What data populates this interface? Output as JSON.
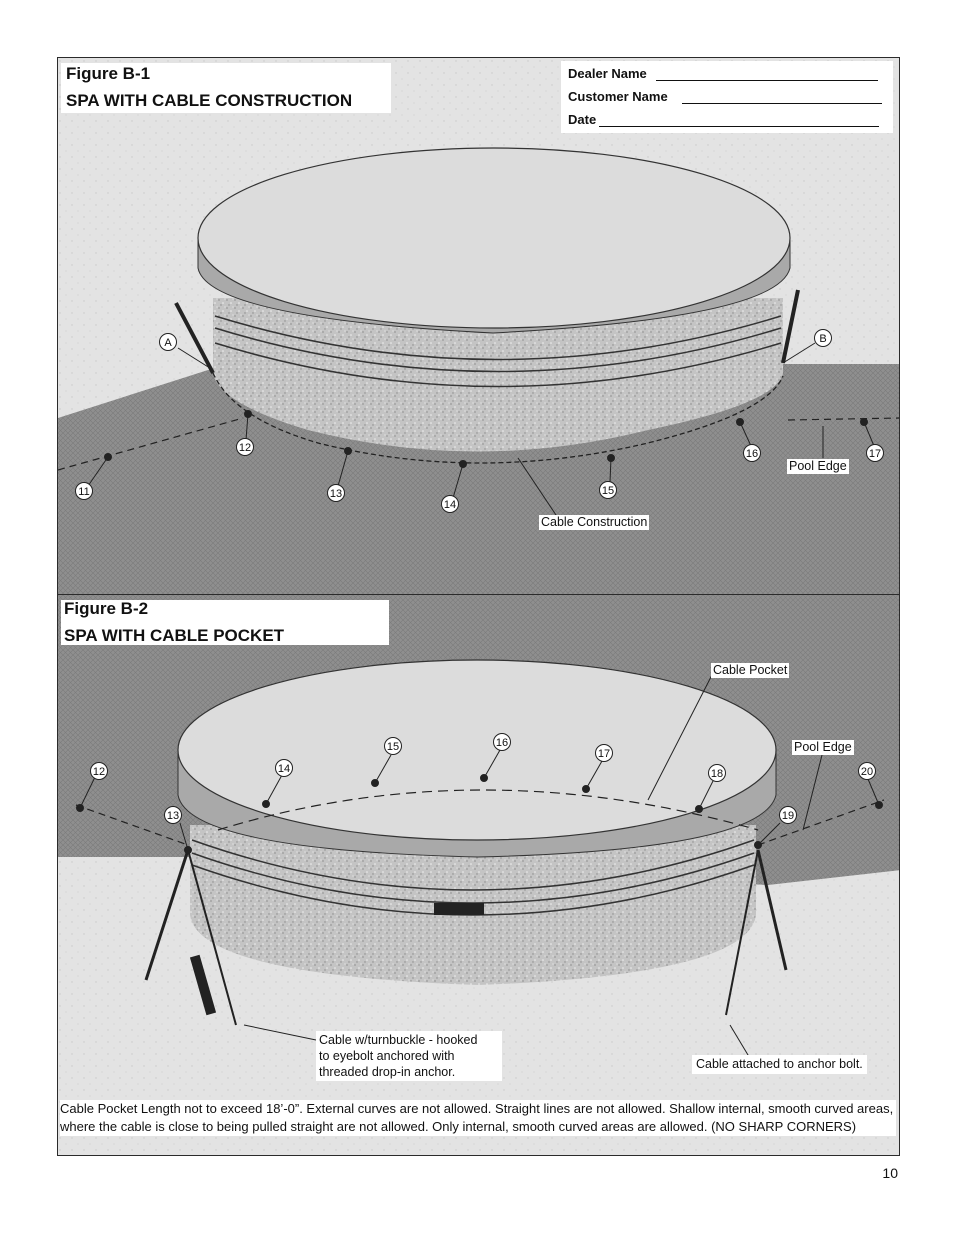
{
  "figure1": {
    "number": "Figure B-1",
    "title": "SPA WITH CABLE CONSTRUCTION",
    "callouts": [
      "A",
      "B",
      "11",
      "12",
      "13",
      "14",
      "15",
      "16",
      "17"
    ],
    "labels": {
      "pool_edge": "Pool Edge",
      "cable_construction": "Cable Construction"
    }
  },
  "dealer_form": {
    "dealer_name": "Dealer Name",
    "customer_name": "Customer Name",
    "date": "Date"
  },
  "figure2": {
    "number": "Figure B-2",
    "title": "SPA WITH CABLE POCKET",
    "callouts": [
      "12",
      "13",
      "14",
      "15",
      "16",
      "17",
      "18",
      "19",
      "20"
    ],
    "labels": {
      "cable_pocket": "Cable Pocket",
      "pool_edge": "Pool Edge",
      "turnbuckle_line1": "Cable w/turnbuckle - hooked",
      "turnbuckle_line2": "to eyebolt anchored with",
      "turnbuckle_line3": "threaded drop-in anchor.",
      "anchor_bolt": "Cable attached to anchor bolt."
    }
  },
  "note": "Cable Pocket Length not to exceed 18’-0”.  External curves are not allowed.  Straight lines are not allowed.  Shallow internal, smooth curved areas, where the cable is close to being pulled straight are not allowed.  Only internal, smooth curved areas are allowed.  (NO SHARP CORNERS)",
  "page_number": "10",
  "colors": {
    "background_concrete": "#e6e6e6",
    "pool_surface": "#8d8d8d",
    "cover_top": "#dcdcdc",
    "cover_band": "#a8a8a8",
    "spa_wall": "#bdbdbd"
  }
}
